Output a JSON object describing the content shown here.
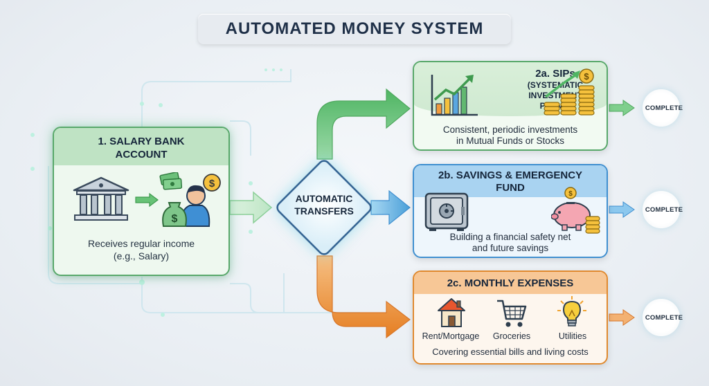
{
  "title": "AUTOMATED MONEY SYSTEM",
  "salary": {
    "heading": "1. SALARY BANK ACCOUNT",
    "description_line1": "Receives regular income",
    "description_line2": "(e.g., Salary)"
  },
  "hub": {
    "line1": "AUTOMATIC",
    "line2": "TRANSFERS"
  },
  "sips": {
    "heading_line1": "2a. SIPs",
    "heading_line2": "(SYSTEMATIC",
    "heading_line3": "INVESTMENT",
    "heading_line4": "PLANS)",
    "description_line1": "Consistent, periodic investments",
    "description_line2": "in Mutual Funds or Stocks"
  },
  "savings": {
    "heading": "2b. SAVINGS & EMERGENCY FUND",
    "description_line1": "Building a financial safety net",
    "description_line2": "and future savings"
  },
  "expenses": {
    "heading": "2c. MONTHLY EXPENSES",
    "item1": "Rent/Mortgage",
    "item2": "Groceries",
    "item3": "Utilities",
    "description": "Covering essential bills and living costs"
  },
  "status": {
    "sips": "COMPLETE",
    "savings": "COMPLETE",
    "expenses": "COMPLETE"
  },
  "colors": {
    "green": "#5cb85c",
    "blue": "#4a9fd8",
    "orange": "#e8892f"
  }
}
